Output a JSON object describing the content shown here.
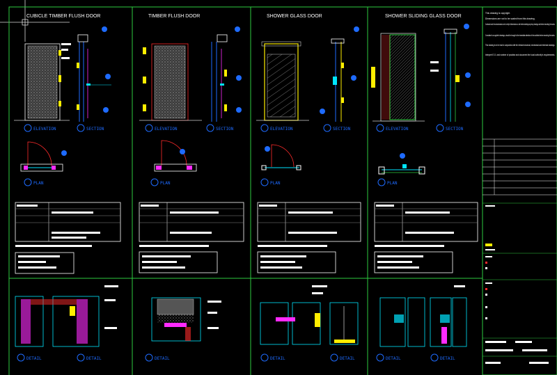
{
  "titles": {
    "panel1": "CUBICLE TIMBER FLUSH DOOR",
    "panel2": "TIMBER FLUSH DOOR",
    "panel3": "SHOWER GLASS DOOR",
    "panel4": "SHOWER SLIDING GLASS DOOR"
  },
  "labels": {
    "elevation": "ELEVATION",
    "section": "SECTION",
    "plan": "PLAN",
    "detail": "DETAIL"
  },
  "notes": {
    "l1": "This drawing is copyright.",
    "l2": "Dimensions are not to be scaled from this drawing.",
    "l3": "Contractor and the subcontractors are to verify all dimensions on site before starting any shop drawings and before executing the works.",
    "l4": "Consultant is a supplier's drawings, should be brought to the immediate attention of the architect before executing the works.",
    "l5": "This drawing is to be read in conjunction with the relevant structural, mechanical and electrical drawings.",
    "l6": "Interpret E.G. and number of practise and document the local authority's requirements."
  },
  "colors": {
    "frame": "#2ecc40",
    "panelBox": "#ffffff",
    "door": "#d0d0d0",
    "cyan": "#00e5ff",
    "blue": "#1e6bff",
    "yellow": "#ffee00",
    "red": "#ff2b2b",
    "magenta": "#ff2bff"
  }
}
